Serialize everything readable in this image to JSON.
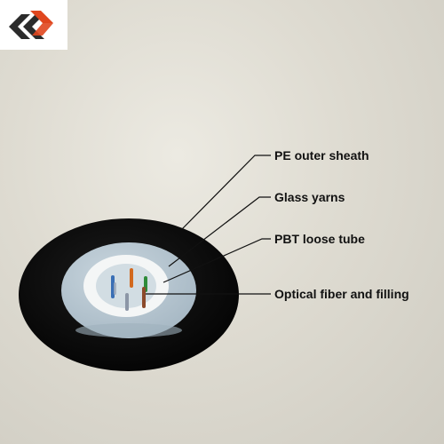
{
  "logo": {
    "icon": "chevron-arrows-logo",
    "colors": [
      "#e0461e",
      "#2b2b2b"
    ]
  },
  "labels": {
    "outer_sheath": "PE outer sheath",
    "glass_yarns": "Glass yarns",
    "loose_tube": "PBT loose tube",
    "fiber_filling": "Optical fiber and filling"
  },
  "colors": {
    "sheath": "#0d0d0d",
    "yarn_layer": "#b8c8d3",
    "tube": "#f4f6f6",
    "tube_core": "#cdd9e0",
    "fibers": [
      "#d2691e",
      "#2e8b3a",
      "#3a6fb5",
      "#8b4a2b",
      "#9aa6b8",
      "#8c96a6"
    ]
  }
}
